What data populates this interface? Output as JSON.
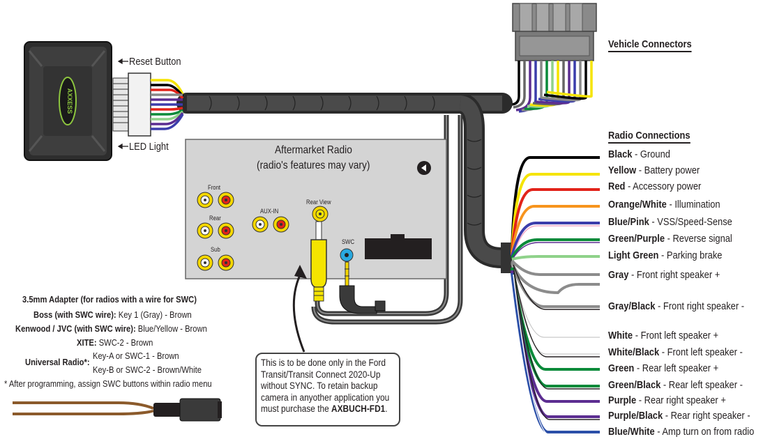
{
  "labels": {
    "reset_button": "Reset Button",
    "led_light": "LED Light",
    "vehicle_connectors": "Vehicle Connectors",
    "radio_connections": "Radio Connections",
    "radio_title": "Aftermarket Radio",
    "radio_subtitle": "(radio's features may vary)",
    "front": "Front",
    "rear": "Rear",
    "sub": "Sub",
    "aux_in": "AUX-IN",
    "rear_view": "Rear View",
    "swc": "SWC",
    "module_brand": "AXXESS"
  },
  "radio_connections": [
    {
      "name": "Black",
      "desc": " - Ground",
      "color": "#000000"
    },
    {
      "name": "Yellow",
      "desc": " - Battery power",
      "color": "#f5e400"
    },
    {
      "name": "Red",
      "desc": " - Accessory power",
      "color": "#e2231a"
    },
    {
      "name": "Orange/White",
      "desc": " - Illumination",
      "color": "#f7941d"
    },
    {
      "name": "Blue/Pink",
      "desc": " - VSS/Speed-Sense",
      "color": "#3b3dab"
    },
    {
      "name": "Green/Purple",
      "desc": " - Reverse signal",
      "color": "#0a8a3a"
    },
    {
      "name": "Light Green",
      "desc": " - Parking brake",
      "color": "#8fd28a"
    },
    {
      "name": "Gray",
      "desc": " - Front right speaker +",
      "color": "#8c8c8c"
    },
    {
      "name": "Gray/Black",
      "desc": " - Front right speaker -",
      "color": "#8c8c8c"
    },
    {
      "name": "White",
      "desc": " - Front left speaker +",
      "color": "#ffffff"
    },
    {
      "name": "White/Black",
      "desc": " - Front left speaker -",
      "color": "#ffffff"
    },
    {
      "name": "Green",
      "desc": " - Rear left speaker +",
      "color": "#0a8a3a"
    },
    {
      "name": "Green/Black",
      "desc": " - Rear left speaker -",
      "color": "#0a8a3a"
    },
    {
      "name": "Purple",
      "desc": " - Rear right speaker +",
      "color": "#5c2d91"
    },
    {
      "name": "Purple/Black",
      "desc": " - Rear right speaker -",
      "color": "#5c2d91"
    },
    {
      "name": "Blue/White",
      "desc": " - Amp turn on from radio",
      "color": "#2b4fa8"
    }
  ],
  "adapter": {
    "title": "3.5mm Adapter (for radios with a wire for SWC)",
    "boss_label": "Boss (with SWC wire):",
    "boss_value": " Key 1 (Gray) - Brown",
    "kenwood_label": "Kenwood / JVC (with SWC wire):",
    "kenwood_value": " Blue/Yellow - Brown",
    "xite_label": "XITE:",
    "xite_value": " SWC-2 - Brown",
    "universal_label": "Universal Radio*:",
    "universal_value_1": "Key-A or SWC-1 - Brown",
    "universal_value_2": "Key-B or SWC-2 - Brown/White",
    "footnote": "* After programming, assign SWC buttons within radio menu"
  },
  "note": {
    "text": "This is to be done only in the Ford Transit/Transit Connect 2020-Up without SYNC. To retain backup camera in anyother application you must purchase the ",
    "part": "AXBUCH-FD1",
    "end": "."
  },
  "colors": {
    "harness": "#3a3a3a",
    "radio_panel": "#d4d4d4",
    "rca_red": "#e2231a",
    "rca_yellow": "#f5e400",
    "swc_blue": "#29a9e0",
    "module_green": "#8dc63f"
  }
}
